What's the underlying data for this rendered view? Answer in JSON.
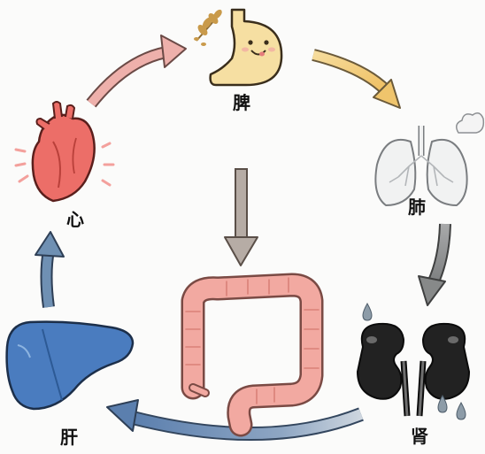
{
  "labels": {
    "spleen": "脾",
    "lung": "肺",
    "kidney": "肾",
    "liver": "肝",
    "heart": "心"
  },
  "colors": {
    "arrow_heart_to_spleen": "#eeb0ab",
    "arrow_spleen_to_lung": "#f3d28c",
    "arrow_lung_to_kidney": "#8f9191",
    "arrow_kidney_to_liver": "#6f8fb4",
    "arrow_liver_to_heart": "#6f90b3",
    "arrow_center": "#b6aca5",
    "stomach": "#f6dfa2",
    "heart": "#ec6e68",
    "lung": "#f1f2f2",
    "kidney": "#222222",
    "liver": "#4a7cbf",
    "intestine": "#f2a9a1"
  },
  "icons": [
    "stomach-icon",
    "wheat-icon",
    "lung-icon",
    "cloud-puff-icon",
    "kidney-icon",
    "water-drop-icon",
    "liver-icon",
    "heart-icon",
    "intestine-icon"
  ]
}
